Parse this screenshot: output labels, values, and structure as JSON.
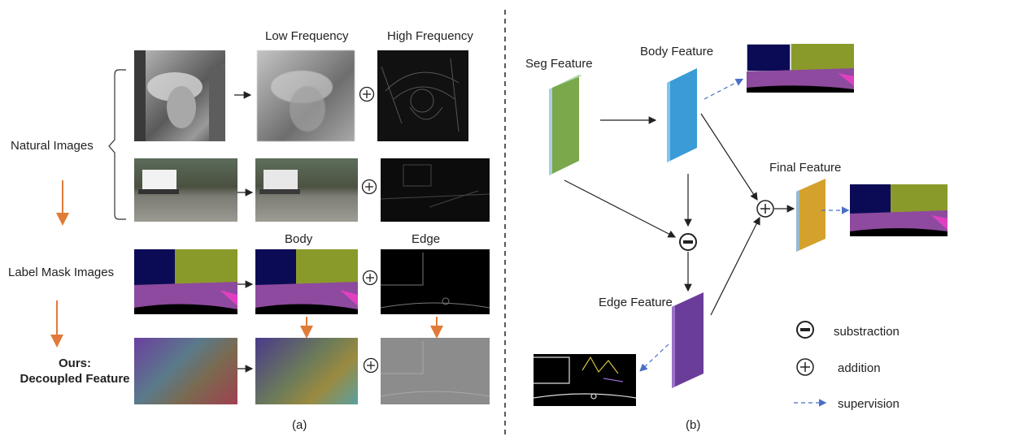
{
  "panel_a": {
    "col_low": "Low Frequency",
    "col_high": "High Frequency",
    "col_body": "Body",
    "col_edge": "Edge",
    "row_natural": "Natural Images",
    "row_label_mask": "Label Mask Images",
    "row_ours_line1": "Ours:",
    "row_ours_line2": "Decoupled Feature",
    "caption": "(a)"
  },
  "panel_b": {
    "seg_feature": "Seg Feature",
    "body_feature": "Body Feature",
    "final_feature": "Final Feature",
    "edge_feature": "Edge Feature",
    "caption": "(b)"
  },
  "legend": {
    "subtraction": "substraction",
    "addition": "addition",
    "supervision": "supervision"
  },
  "colors": {
    "arrow_orange": "#e07b39",
    "seg_green": "#7aa84a",
    "body_blue": "#3b9bd6",
    "edge_purple": "#6a3d9a",
    "final_gold": "#d4a22c",
    "supervision_dash": "#4a6fc7",
    "road_purple": "#8e4a9e",
    "car_navy": "#0b0b55",
    "veg_olive": "#8a9a2a"
  }
}
